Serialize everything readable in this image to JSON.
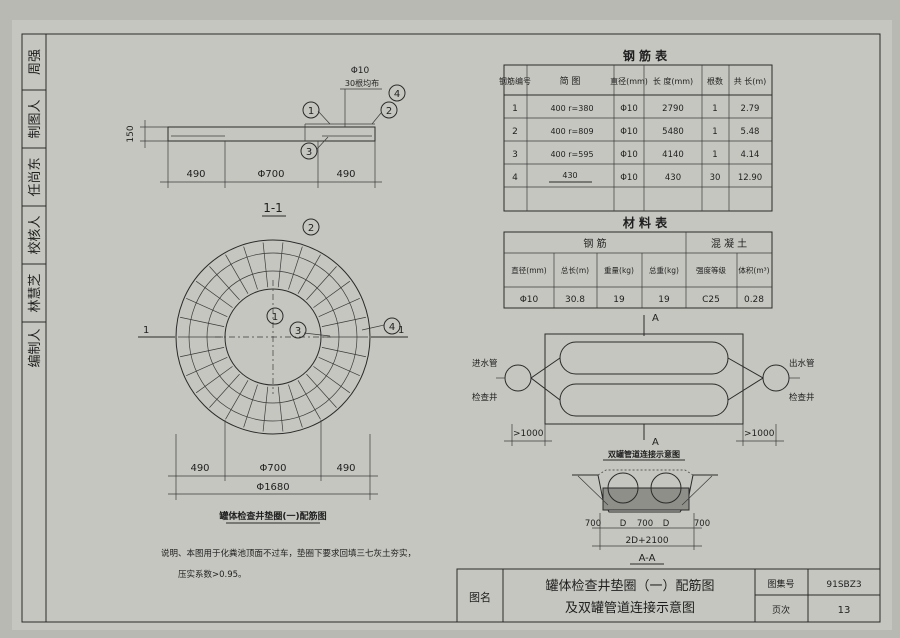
{
  "sidebar": {
    "labels": [
      "编制人",
      "林慧芝",
      "校核人",
      "任尚东",
      "制图人",
      "周强"
    ]
  },
  "top_view": {
    "rebar_note_1": "Φ10",
    "rebar_note_2": "30根均布",
    "dims": [
      "490",
      "Φ700",
      "490"
    ],
    "height_dim": "150",
    "markers": [
      "1",
      "2",
      "3",
      "4"
    ]
  },
  "section_view": {
    "title": "1-1",
    "section_mark": "1",
    "dims_row1": [
      "490",
      "Φ700",
      "490"
    ],
    "dims_row2": "Φ1680",
    "caption": "罐体检查井垫圈(一)配筋图",
    "markers": [
      "1",
      "2",
      "3",
      "4"
    ]
  },
  "notes": {
    "line1": "说明、本图用于化粪池顶面不过车，垫圈下要求回填三七灰土夯实，",
    "line2": "压实系数>0.95。"
  },
  "rebar_table": {
    "title": "钢 筋 表",
    "headers": [
      "钢筋编号",
      "简 图",
      "直径(mm)",
      "长 度(mm)",
      "根数",
      "共 长(m)"
    ],
    "rows": [
      {
        "no": "1",
        "sketch": "400  r=380",
        "dia": "Φ10",
        "len": "2790",
        "count": "1",
        "total": "2.79"
      },
      {
        "no": "2",
        "sketch": "400  r=809",
        "dia": "Φ10",
        "len": "5480",
        "count": "1",
        "total": "5.48"
      },
      {
        "no": "3",
        "sketch": "400  r=595",
        "dia": "Φ10",
        "len": "4140",
        "count": "1",
        "total": "4.14"
      },
      {
        "no": "4",
        "sketch": "430",
        "dia": "Φ10",
        "len": "430",
        "count": "30",
        "total": "12.90"
      }
    ]
  },
  "material_table": {
    "title": "材 料 表",
    "group_steel": "钢 筋",
    "group_concrete": "混 凝 土",
    "headers": [
      "直径(mm)",
      "总长(m)",
      "重量(kg)",
      "总重(kg)",
      "强度等级",
      "体积(m³)"
    ],
    "row": [
      "Φ10",
      "30.8",
      "19",
      "19",
      "C25",
      "0.28"
    ]
  },
  "layout_diagram": {
    "a_mark": "A",
    "inlet_pipe": "进水管",
    "outlet_pipe": "出水管",
    "inspection_well_left": "检查井",
    "inspection_well_right": "检查井",
    "dim_left": ">1000",
    "dim_right": ">1000",
    "caption": "双罐管道连接示意图"
  },
  "aa_section": {
    "dims": [
      "700",
      "D",
      "700",
      "D",
      "700"
    ],
    "total": "2D+2100",
    "caption": "A-A"
  },
  "title_block": {
    "label_name": "图名",
    "title_line1": "罐体检查井垫圈（一）配筋图",
    "title_line2": "及双罐管道连接示意图",
    "label_atlas": "图集号",
    "atlas_no": "91SBZ3",
    "label_page": "页次",
    "page_no": "13"
  }
}
